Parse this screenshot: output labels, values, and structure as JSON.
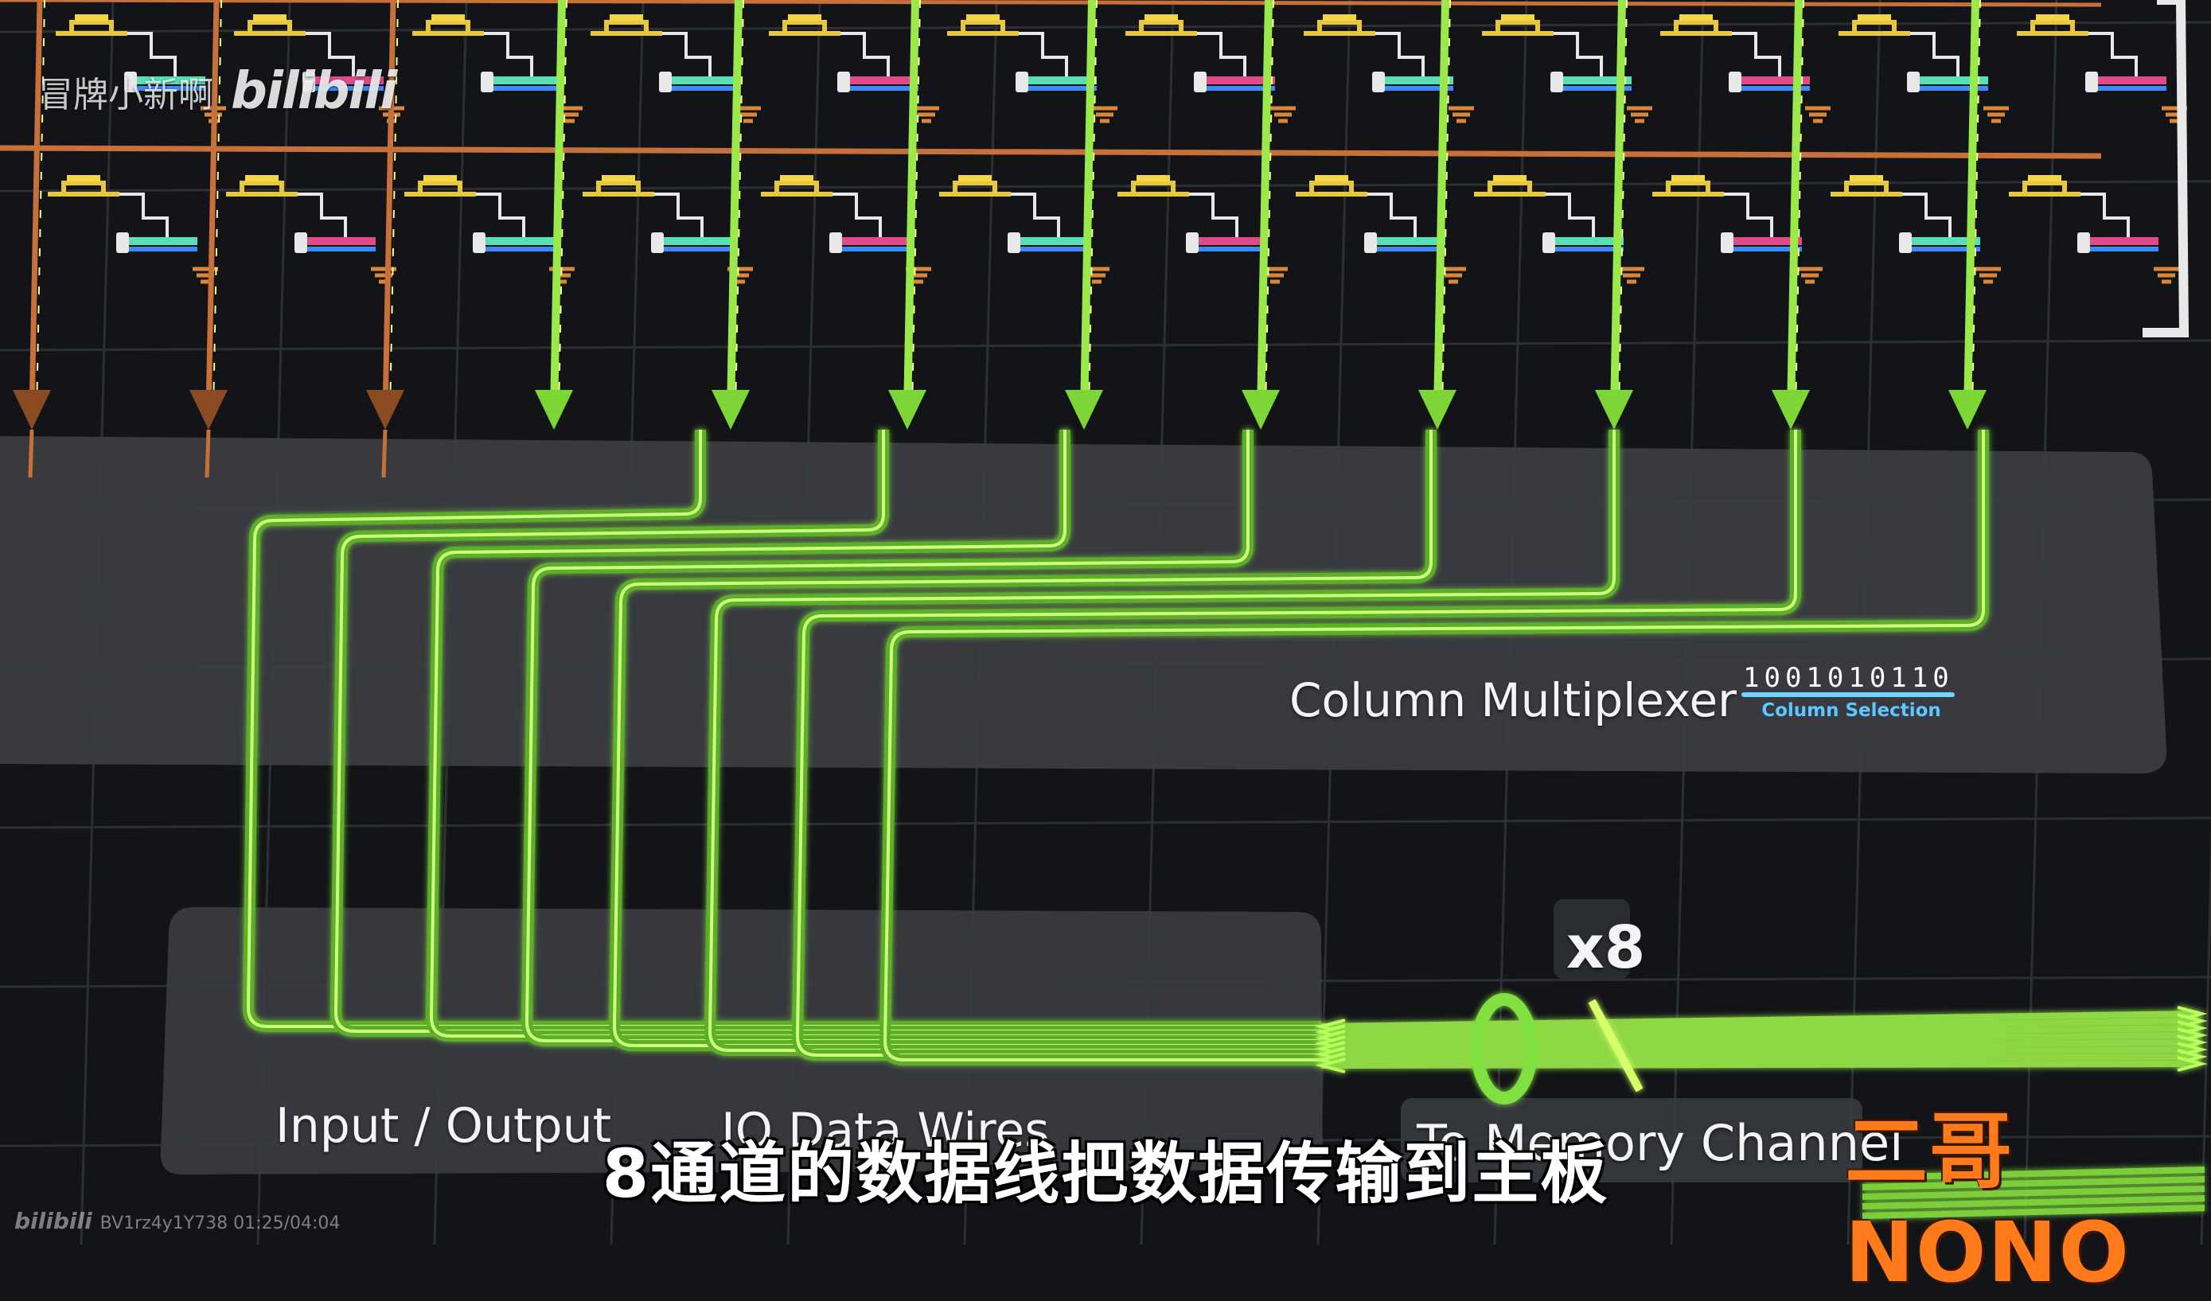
{
  "watermark": {
    "channel_name": "冒牌小新啊",
    "logo_text": "bilibili"
  },
  "labels": {
    "column_multiplexer": "Column Multiplexer",
    "column_selection_bits": "1001010110",
    "column_selection": "Column Selection",
    "input_output": "Input / Output",
    "io_data_wires": "IO Data Wires",
    "x8": "x8",
    "memory_channel": "To Memory Channel"
  },
  "subtitle": "8通道的数据线把数据传输到主板",
  "brand": "二哥NONO",
  "footer": {
    "logo_text": "bilibili",
    "video_id_time": "BV1rz4y1Y738 01:25/04:04"
  },
  "colors": {
    "background": "#121418",
    "panel": "#3a3c42",
    "green_wire": "#8fe04a",
    "copper_wire": "#c8703a",
    "brand_orange": "#ff7a1a",
    "selection_blue": "#5ec7ff"
  },
  "icons": {
    "transistor": "transistor-icon",
    "capacitor": "capacitor-icon",
    "ground": "ground-icon",
    "arrow_down": "arrow-down-icon",
    "ring": "channel-ring-icon"
  }
}
